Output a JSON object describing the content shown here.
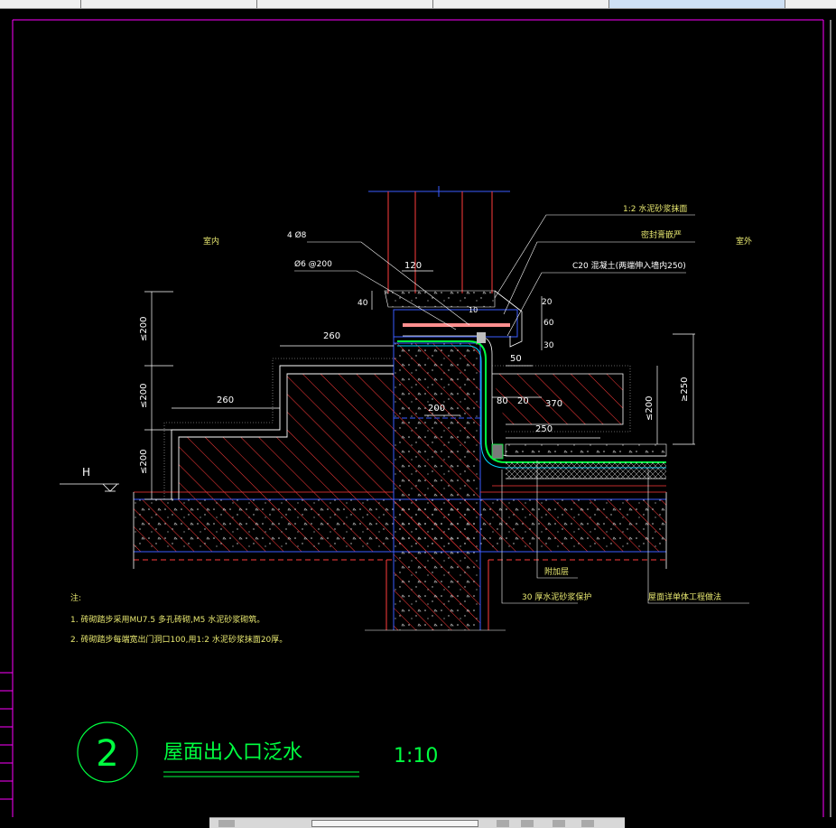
{
  "window": {
    "tabs": [
      {
        "label": "",
        "active": false
      },
      {
        "label": "",
        "active": false
      },
      {
        "label": "",
        "active": false
      },
      {
        "label": "",
        "active": false
      },
      {
        "label": "",
        "active": true
      }
    ]
  },
  "drawing": {
    "labels": {
      "interior": "室内",
      "exterior": "室外",
      "rebar_main": "4 Ø8",
      "rebar_stirrup": "Ø6 @200",
      "mortar_cap": "1:2 水泥砂浆抹面",
      "sealant": "密封膏嵌严",
      "concrete_cap": "C20 混凝土(两端伸入墙内250)",
      "protective_layer": "附加层",
      "cement_mortar_30": "30 厚水泥砂浆保护",
      "roof_note": "屋面详单体工程做法",
      "elevation_mark": "H"
    },
    "dimensions": {
      "d120": "120",
      "d40": "40",
      "d10": "10",
      "d20": "20",
      "d60": "60",
      "d30": "30",
      "d50": "50",
      "d260_top": "260",
      "d260_bot": "260",
      "d200_center": "200",
      "d80": "80",
      "d20b": "20",
      "d370": "370",
      "d250": "250",
      "v200_a": "≤200",
      "v200_b": "≤200",
      "v200_c": "≤200",
      "v200_r": "≤200",
      "v250_r": "≥250"
    },
    "notes": {
      "title": "注:",
      "line1": "1. 砖砌踏步采用MU7.5 多孔砖砌,M5 水泥砂浆砌筑。",
      "line2": "2. 砖砌踏步每端宽出门洞口100,用1:2 水泥砂浆抹面20厚。"
    },
    "title_block": {
      "number": "2",
      "title": "屋面出入口泛水",
      "scale": "1:10"
    }
  },
  "colors": {
    "background": "#000000",
    "magenta": "#ff00ff",
    "red": "#ff3b3b",
    "blue": "#3a5cff",
    "green": "#00ff40",
    "cyan": "#00d8ff",
    "white": "#ffffff",
    "yellow": "#e8e870",
    "pink": "#ff8f8f"
  }
}
